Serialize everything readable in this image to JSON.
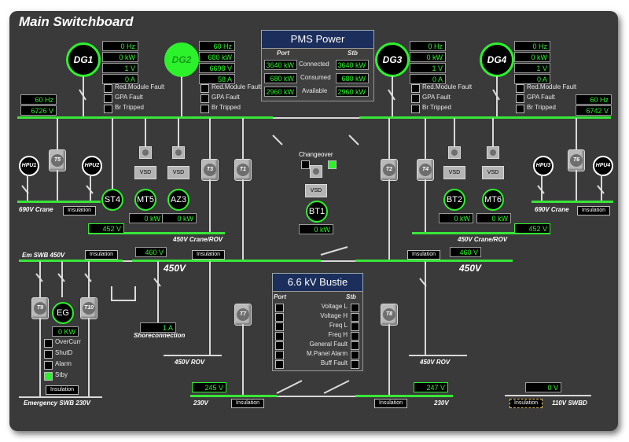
{
  "title": "Main Switchboard",
  "gens": {
    "dg1": {
      "label": "DG1",
      "hz": "0 Hz",
      "kw": "0 kW",
      "v": "1 V",
      "a": "0 A"
    },
    "dg2": {
      "label": "DG2",
      "hz": "60 Hz",
      "kw": "680 kW",
      "v": "6698 V",
      "a": "58 A"
    },
    "dg3": {
      "label": "DG3",
      "hz": "0 Hz",
      "kw": "0 kW",
      "v": "1 V",
      "a": "0 A"
    },
    "dg4": {
      "label": "DG4",
      "hz": "0 Hz",
      "kw": "0 kW",
      "v": "1 V",
      "a": "0 A"
    }
  },
  "faults": [
    "Red.Module Fault",
    "GPA Fault",
    "Br Tripped"
  ],
  "bus_left": {
    "hz": "60 Hz",
    "v": "6726 V"
  },
  "bus_right": {
    "hz": "60 Hz",
    "v": "6742 V"
  },
  "pms": {
    "title": "PMS Power",
    "port": "Port",
    "stb": "Stb",
    "rows": [
      {
        "port": "3640 kW",
        "label": "Connected",
        "stb": "3640 kW"
      },
      {
        "port": "680 kW",
        "label": "Consumed",
        "stb": "680 kW"
      },
      {
        "port": "2960 kW",
        "label": "Available",
        "stb": "2960 kW"
      }
    ]
  },
  "bustie": {
    "title": "6.6 kV Bustie",
    "port": "Port",
    "stb": "Stb",
    "rows": [
      "Voltage L",
      "Voltage H",
      "Freq L",
      "Freq H",
      "General Fault",
      "M.Panel Alarm",
      "Buff Fault"
    ]
  },
  "changeover": "Changeover",
  "hpu": [
    "HPU1",
    "HPU2",
    "HPU3",
    "HPU4"
  ],
  "trafos": [
    "T5",
    "T3",
    "T1",
    "T2",
    "T4",
    "T6",
    "T9",
    "T10",
    "T7",
    "T8"
  ],
  "motors": {
    "st4": "ST4",
    "mt5": "MT5",
    "az3": "AZ3",
    "bt1": "BT1",
    "bt2": "BT2",
    "mt6": "MT6",
    "eg": "EG"
  },
  "vsd": "VSD",
  "kw": {
    "mt5": "0 kW",
    "az3": "0 kW",
    "bt1": "0 kW",
    "bt2": "0 kW",
    "mt6": "0 kW",
    "eg": "0 KW",
    "swbd110": "0 V"
  },
  "voltages": {
    "crane_left": "452 V",
    "crane_right": "452 V",
    "bus450_left": "460 V",
    "bus450_right": "460 V",
    "shore": "1 A",
    "v230_left": "245 V",
    "v230_right": "247 V"
  },
  "labels": {
    "crane690_left": "690V Crane",
    "crane690_right": "690V Crane",
    "craneRov_left": "450V Crane/ROV",
    "craneRov_right": "450V Crane/ROV",
    "emswb450": "Em SWB 450V",
    "v450_left": "450V",
    "v450_right": "450V",
    "shore": "Shoreconnection",
    "rov_left": "450V ROV",
    "rov_right": "450V ROV",
    "emswb230": "Emergency SWB 230V",
    "v230_left": "230V",
    "v230_right": "230V",
    "swbd110": "110V SWBD"
  },
  "insulation": "Insulation",
  "eg_status": [
    "OverCurr",
    "ShutD",
    "Alarm",
    "Stby"
  ]
}
